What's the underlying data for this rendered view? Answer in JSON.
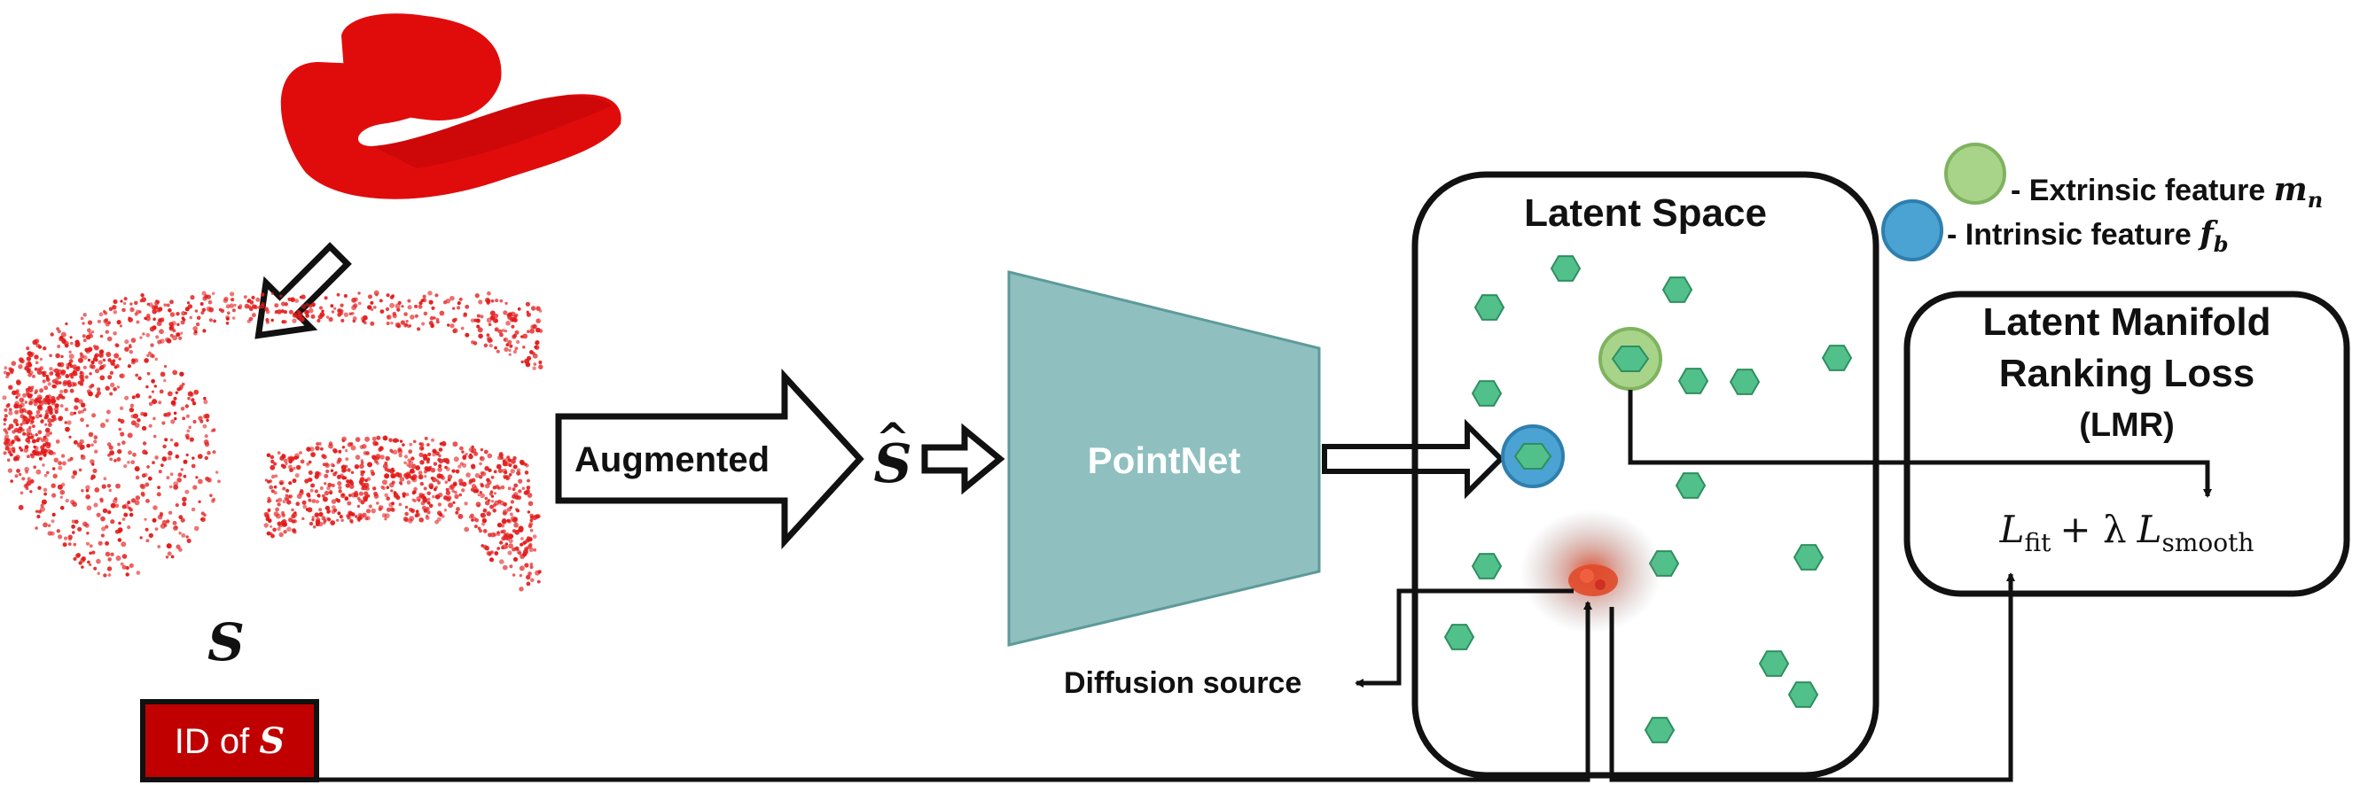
{
  "source_shape": {
    "symbol": "S"
  },
  "augmented_arrow": {
    "label": "Augmented"
  },
  "augmented_shape": {
    "symbol": "S",
    "hat": "^"
  },
  "encoder": {
    "label": "PointNet"
  },
  "latent_space": {
    "title": "Latent Space"
  },
  "legend": {
    "extrinsic": {
      "label": "- Extrinsic feature ",
      "symbol": "m",
      "subscript": "n",
      "color": "#a8d48a"
    },
    "intrinsic": {
      "label": "- Intrinsic feature ",
      "symbol": "f",
      "subscript": "b",
      "color": "#4aa3d2"
    }
  },
  "diffusion": {
    "label": "Diffusion source"
  },
  "loss_box": {
    "title_line1": "Latent Manifold",
    "title_line2": "Ranking Loss",
    "abbrev": "(LMR)",
    "formula": {
      "L1": "L",
      "sub1": "fit",
      "plus": "+ λ",
      "L2": "L",
      "sub2": "smooth"
    }
  },
  "id_box": {
    "label": "ID of ",
    "symbol": "S",
    "color": "#c00000"
  },
  "colors": {
    "point_cloud": "#e31b1b",
    "mesh": "#e00c0c",
    "encoder_fill": "#8fbfbf",
    "hexagon": "#52c08a",
    "diffusion_glow": "#e04a2a"
  }
}
